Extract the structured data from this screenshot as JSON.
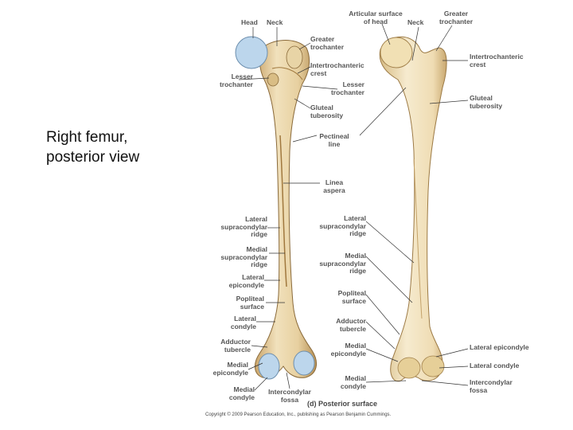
{
  "caption": "Right femur,\nposterior view",
  "panel_title": "(d) Posterior surface",
  "copyright": "Copyright © 2009 Pearson Education, Inc., publishing as Pearson Benjamin Cummings.",
  "labels": {
    "head": "Head",
    "neck_left": "Neck",
    "greater_trochanter_mid": "Greater\ntrochanter",
    "intertrochanteric_crest_mid": "Intertrochanteric\ncrest",
    "lesser_trochanter_left": "Lesser\ntrochanter",
    "lesser_trochanter_mid": "Lesser\ntrochanter",
    "gluteal_tuberosity_mid": "Gluteal\ntuberosity",
    "pectineal_line": "Pectineal\nline",
    "linea_aspera": "Linea\naspera",
    "lateral_supracondylar_left": "Lateral\nsupracondylar\nridge",
    "medial_supracondylar_left": "Medial\nsupracondylar\nridge",
    "lateral_epicondyle_left": "Lateral\nepicondyle",
    "popliteal_surface_left": "Popliteal\nsurface",
    "lateral_condyle_left": "Lateral\ncondyle",
    "adductor_tubercle_left": "Adductor\ntubercle",
    "medial_epicondyle_left": "Medial\nepicondyle",
    "medial_condyle_left": "Medial\ncondyle",
    "intercondylar_fossa_mid": "Intercondylar\nfossa",
    "lateral_supracondylar_mid": "Lateral\nsupracondylar\nridge",
    "medial_supracondylar_mid": "Medial\nsupracondylar\nridge",
    "popliteal_surface_mid": "Popliteal\nsurface",
    "adductor_tubercle_mid": "Adductor\ntubercle",
    "medial_epicondyle_mid": "Medial\nepicondyle",
    "medial_condyle_mid": "Medial\ncondyle",
    "articular_surface_head": "Articular surface\nof head",
    "neck_right": "Neck",
    "greater_trochanter_right": "Greater\ntrochanter",
    "intertrochanteric_crest_right": "Intertrochanteric\ncrest",
    "gluteal_tuberosity_right": "Gluteal\ntuberosity",
    "lateral_epicondyle_right": "Lateral epicondyle",
    "lateral_condyle_right": "Lateral condyle",
    "intercondylar_fossa_right": "Intercondylar\nfossa"
  },
  "colors": {
    "bone_light": "#f3e6c4",
    "bone_mid": "#e2c98f",
    "bone_dark": "#b8955a",
    "cartilage": "#b9d4ea",
    "leader": "#333333"
  }
}
